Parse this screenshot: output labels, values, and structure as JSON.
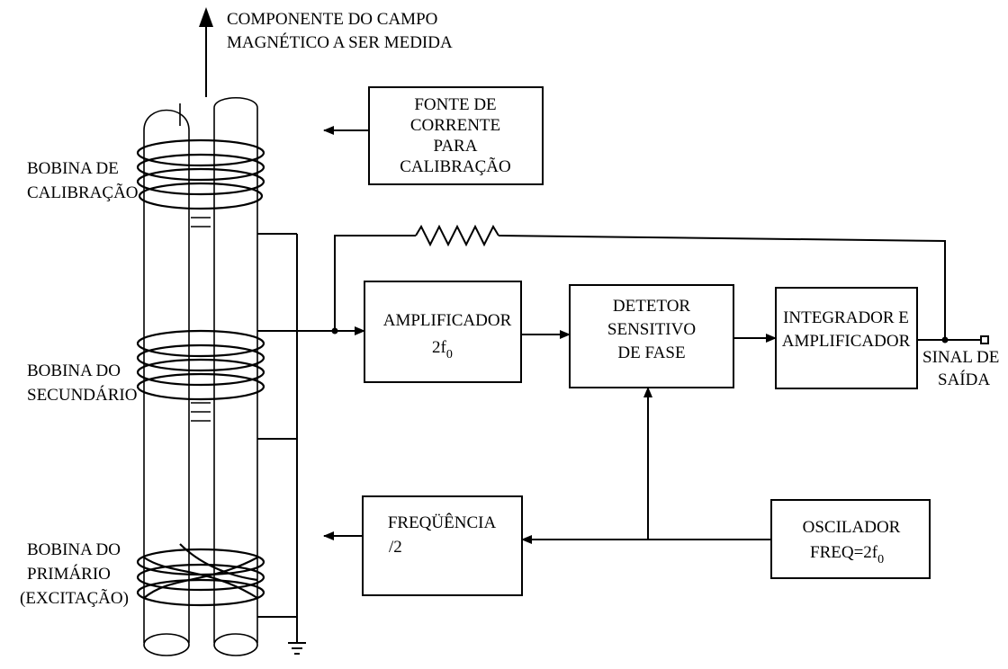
{
  "title": {
    "line1": "COMPONENTE DO CAMPO",
    "line2": "MAGNÉTICO A SER MEDIDA"
  },
  "coils": {
    "calibration": [
      "BOBINA DE",
      "CALIBRAÇÃO"
    ],
    "secondary": [
      "BOBINA DO",
      "SECUNDÁRIO"
    ],
    "primary": [
      "BOBINA DO",
      "PRIMÁRIO",
      "(EXCITAÇÃO)"
    ]
  },
  "blocks": {
    "current_source": [
      "FONTE DE",
      "CORRENTE",
      "PARA",
      "CALIBRAÇÃO"
    ],
    "amplifier": {
      "text": "AMPLIFICADOR",
      "freq_base": "2f",
      "freq_sub": "0"
    },
    "phase_detector": [
      "DETETOR",
      "SENSITIVO",
      "DE FASE"
    ],
    "integrator": [
      "INTEGRADOR E",
      "AMPLIFICADOR"
    ],
    "frequency_divider": [
      "FREQÜÊNCIA",
      "/2"
    ],
    "oscillator": {
      "line1": "OSCILADOR",
      "freq_base": "FREQ=2f",
      "freq_sub": "0"
    }
  },
  "output": [
    "SINAL DE",
    "SAÍDA"
  ]
}
